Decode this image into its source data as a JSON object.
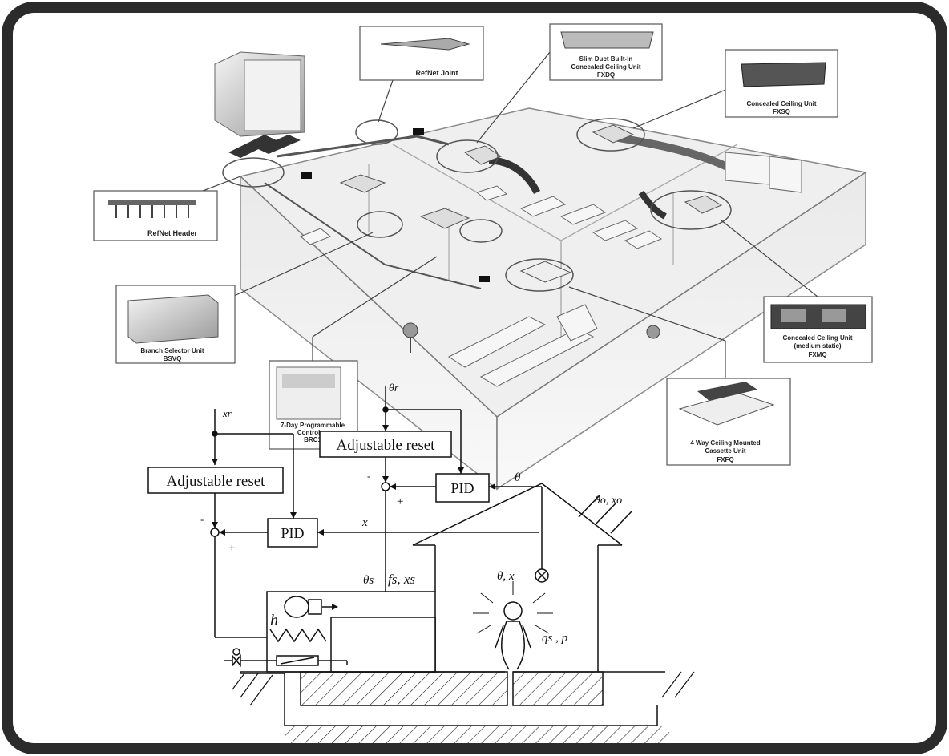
{
  "figure": {
    "callouts": {
      "refnet_joint": "RefNet Joint",
      "fxdq": [
        "Slim Duct Built-In",
        "Concealed Ceiling Unit",
        "FXDQ"
      ],
      "fxsq": [
        "Concealed Ceiling Unit",
        "FXSQ"
      ],
      "refnet_header": "RefNet Header",
      "bsvq": [
        "Branch Selector Unit",
        "BSVQ"
      ],
      "fxmq": [
        "Concealed Ceiling Unit",
        "(medium static)",
        "FXMQ"
      ],
      "fxfq": [
        "4 Way Ceiling Mounted",
        "Cassette Unit",
        "FXFQ"
      ],
      "brc": [
        "7-Day Programmable",
        "Controller",
        "BRC1"
      ]
    },
    "control": {
      "reset_upper": "Adjustable reset",
      "reset_left": "Adjustable reset",
      "pid_upper": "PID",
      "pid_lower": "PID",
      "sym_theta_r": "θr",
      "sym_x_r": "xr",
      "sym_theta": "θ",
      "sym_x": "x",
      "sym_theta_o": "θo, xo",
      "sym_theta_x_room": "θ, x",
      "sym_theta_s": "θs",
      "sym_fs_xs": "fs, xs",
      "sym_h": "h",
      "sym_qs_p": "qs , p",
      "sym_plus_a": "+",
      "sym_plus_b": "+",
      "sym_minus_a": "-",
      "sym_minus_b": "-"
    }
  }
}
